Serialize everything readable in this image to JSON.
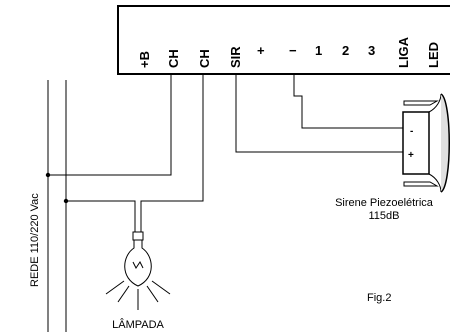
{
  "terminals": [
    "+B",
    "CH",
    "CH",
    "SIR",
    "+",
    "−",
    "1",
    "2",
    "3",
    "LIGA",
    "LED"
  ],
  "siren": {
    "name": "Sirene Piezoelétrica",
    "rating": "115dB",
    "minus_sign": "-",
    "plus_sign": "+"
  },
  "mains_label": "REDE 110/220 Vac",
  "lamp_label": "LÂMPADA",
  "figure_label": "Fig.2"
}
